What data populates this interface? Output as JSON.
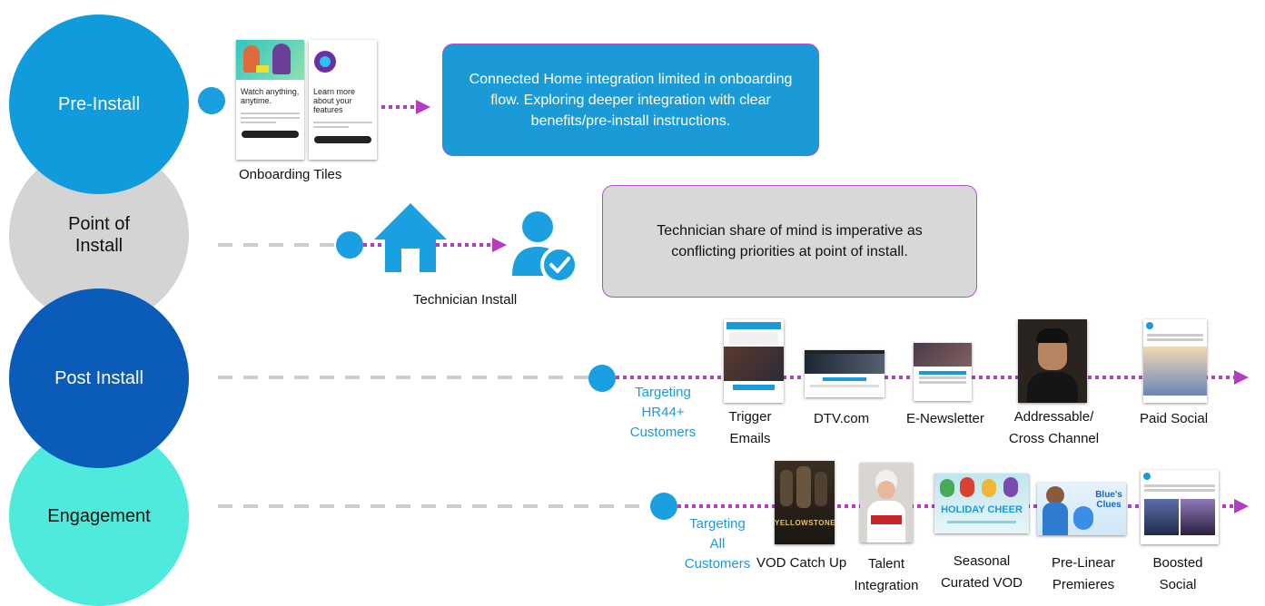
{
  "stages": {
    "pre_install": "Pre-Install",
    "point_of_install": "Point of Install",
    "post_install": "Post Install",
    "engagement": "Engagement"
  },
  "pre_install": {
    "tile1_title": "Watch anything, anytime.",
    "tile2_title": "Learn more about your features",
    "tiles_label": "Onboarding Tiles",
    "callout": "Connected Home integration limited in onboarding flow. Exploring deeper integration with clear benefits/pre-install instructions."
  },
  "point_of_install": {
    "technician_label": "Technician Install",
    "callout": "Technician share of mind is imperative as conflicting priorities at point of install."
  },
  "post_install": {
    "targeting": "Targeting HR44+ Customers",
    "channels": [
      "Trigger Emails",
      "DTV.com",
      "E-Newsletter",
      "Addressable/ Cross Channel",
      "Paid Social"
    ]
  },
  "engagement": {
    "targeting": "Targeting All Customers",
    "channels": [
      "VOD Catch Up",
      "Talent Integration",
      "Seasonal Curated VOD",
      "Pre-Linear Premieres",
      "Boosted Social"
    ],
    "yellowstone_text": "YELLOWSTONE",
    "holiday_text": "HOLIDAY CHEER",
    "blues_clues_text": "Blue's Clues"
  },
  "colors": {
    "pre_install": "#0f9bdc",
    "point_of_install": "#d4d4d4",
    "post_install": "#0b5bb8",
    "engagement": "#4eeadb",
    "arrow": "#b53dc2",
    "dash": "#cccccc",
    "dot": "#1aa0e0",
    "callout_blue": "#1a9bd8",
    "callout_grey": "#d8d8d8"
  }
}
